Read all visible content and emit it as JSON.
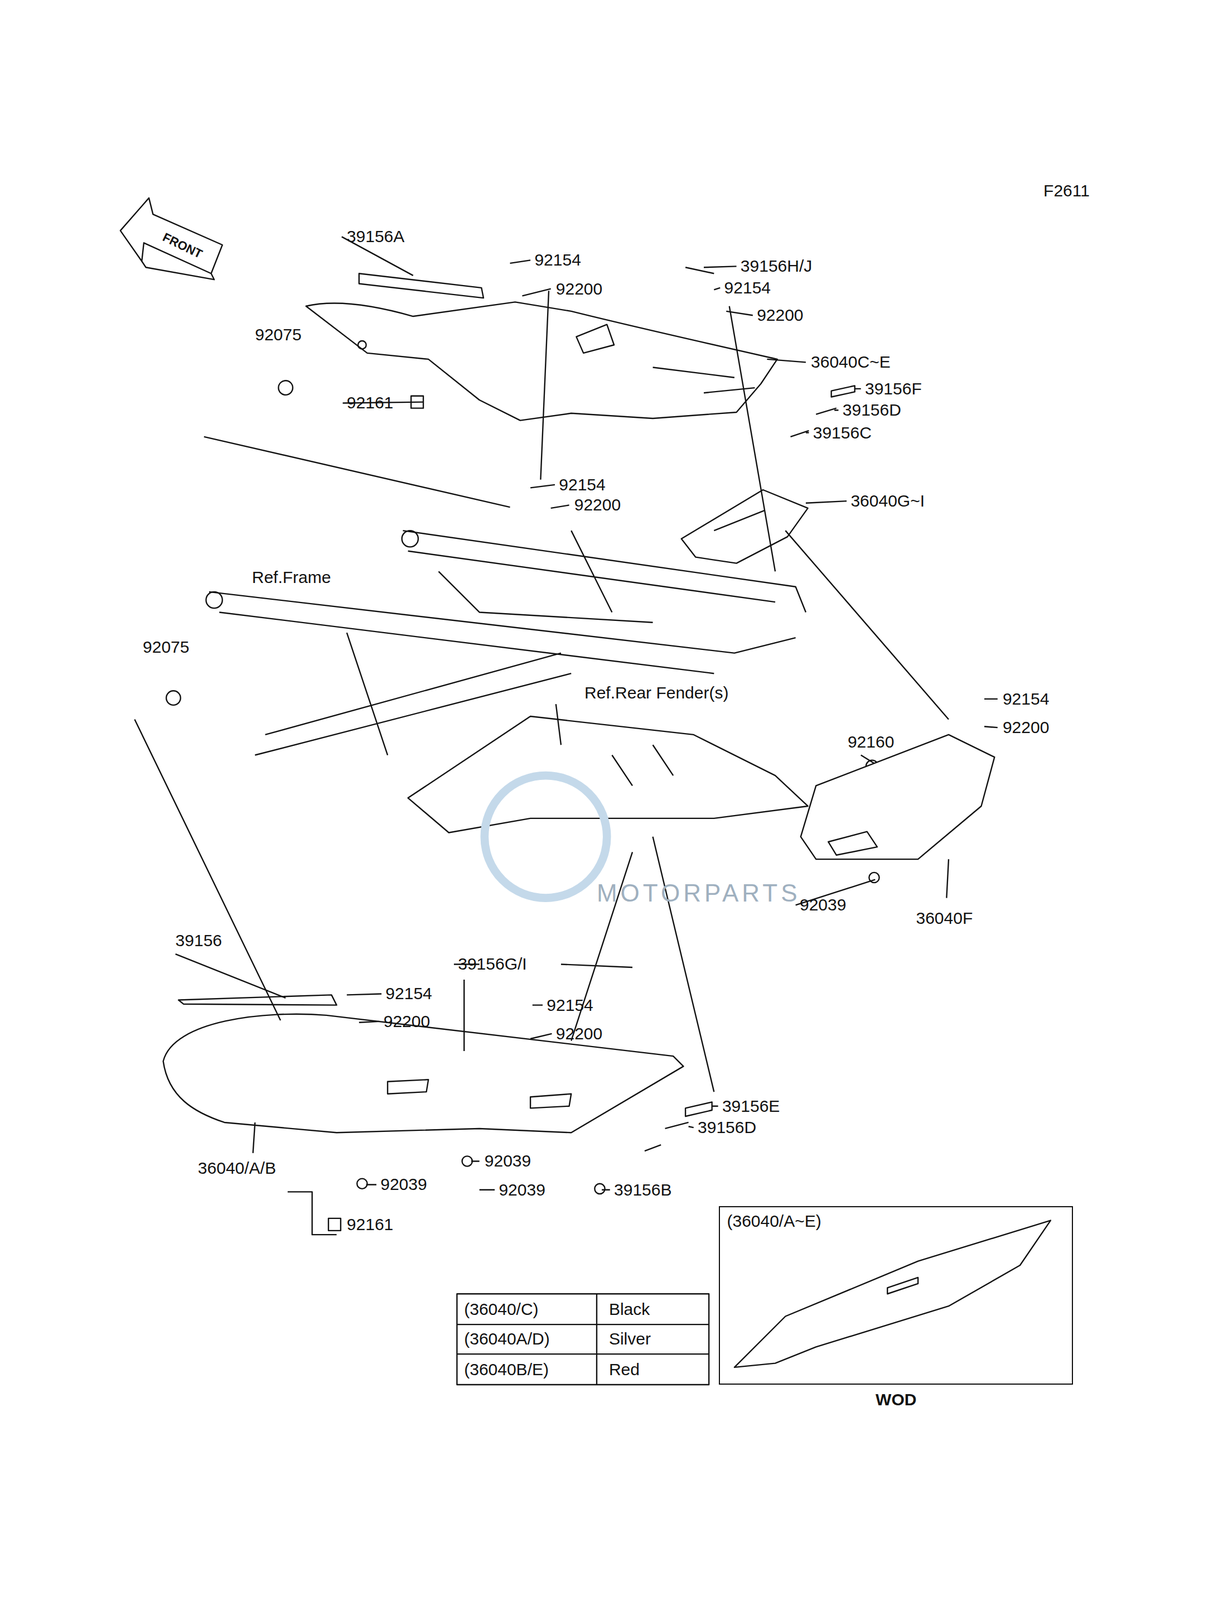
{
  "diagram": {
    "nodes": [
      {
        "text": [
          "(36040/A~E)",
          "WOD"
        ]
      }
    ],
    "edges": [],
    "labels": [
      "F2611",
      "FRONT",
      "39156A",
      "92154",
      "92200",
      "39156H/J",
      "92154",
      "92200",
      "36040C~E",
      "92075",
      "92161",
      "39156F",
      "39156D",
      "39156C",
      "92154",
      "92200",
      "36040G~I",
      "Ref.Frame",
      "92075",
      "Ref.Rear Fender(s)",
      "92154",
      "92200",
      "92160",
      "92039",
      "36040F",
      "39156",
      "39156G/I",
      "92154",
      "92200",
      "92154",
      "92200",
      "39156E",
      "39156D",
      "36040/A/B",
      "92039",
      "92039",
      "92039",
      "39156B",
      "92161",
      "(36040/C)",
      "Black",
      "(36040A/D)",
      "Silver",
      "(36040B/E)",
      "Red",
      "MOTORPARTS"
    ]
  }
}
